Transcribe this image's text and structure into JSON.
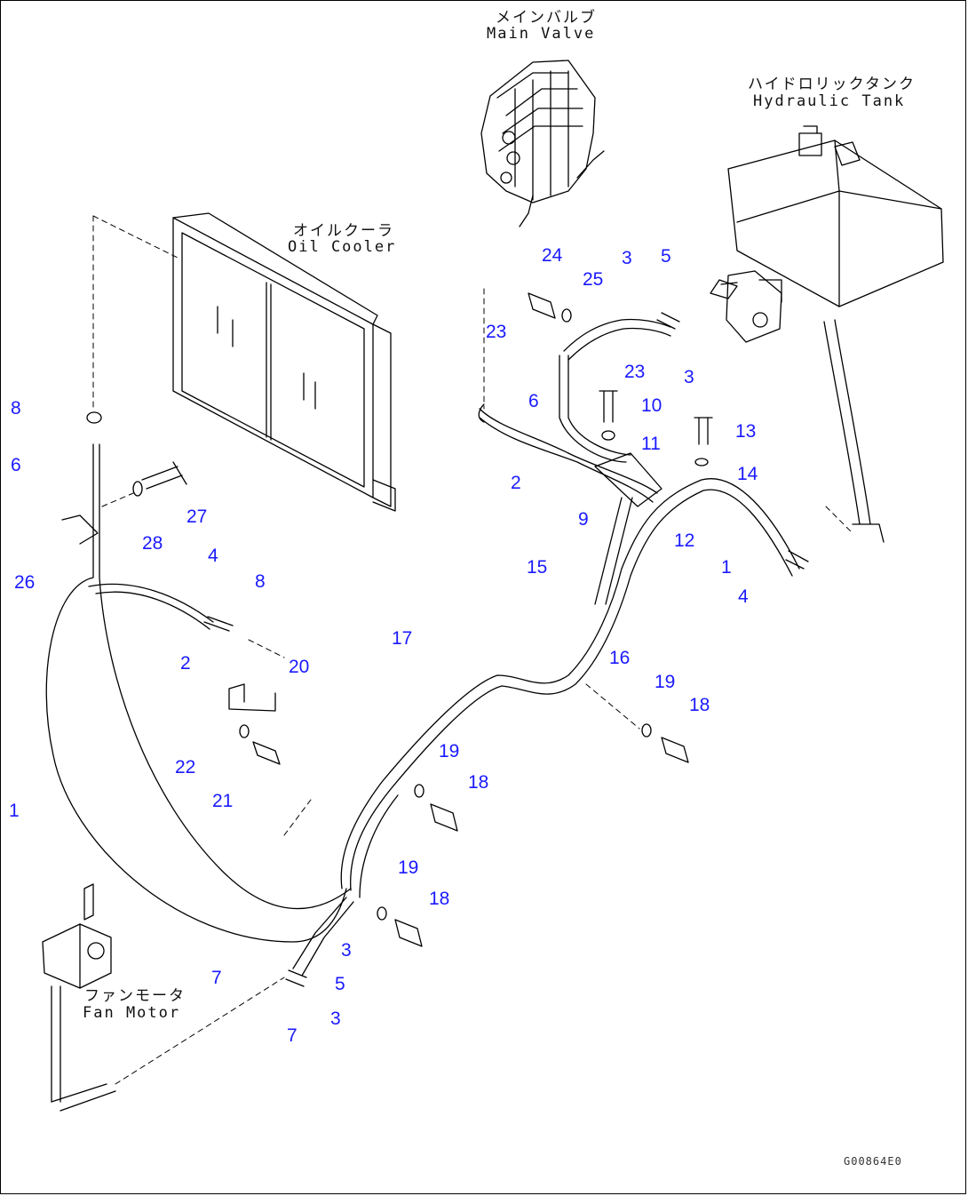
{
  "components": {
    "main_valve": {
      "jp": "メインバルブ",
      "en": "Main Valve"
    },
    "hydraulic_tank": {
      "jp": "ハイドロリックタンク",
      "en": "Hydraulic Tank"
    },
    "oil_cooler": {
      "jp": "オイルクーラ",
      "en": "Oil Cooler"
    },
    "fan_motor": {
      "jp": "ファンモータ",
      "en": "Fan Motor"
    }
  },
  "callouts": [
    "24",
    "25",
    "3",
    "5",
    "23",
    "23",
    "3",
    "6",
    "10",
    "11",
    "13",
    "14",
    "2",
    "9",
    "12",
    "1",
    "4",
    "8",
    "6",
    "27",
    "28",
    "26",
    "4",
    "8",
    "2",
    "20",
    "15",
    "16",
    "17",
    "19",
    "18",
    "22",
    "21",
    "19",
    "18",
    "1",
    "19",
    "18",
    "3",
    "7",
    "5",
    "3",
    "7"
  ],
  "drawing_number": "G00864E0",
  "colors": {
    "callout": "#1a1aff",
    "line": "#000000"
  }
}
